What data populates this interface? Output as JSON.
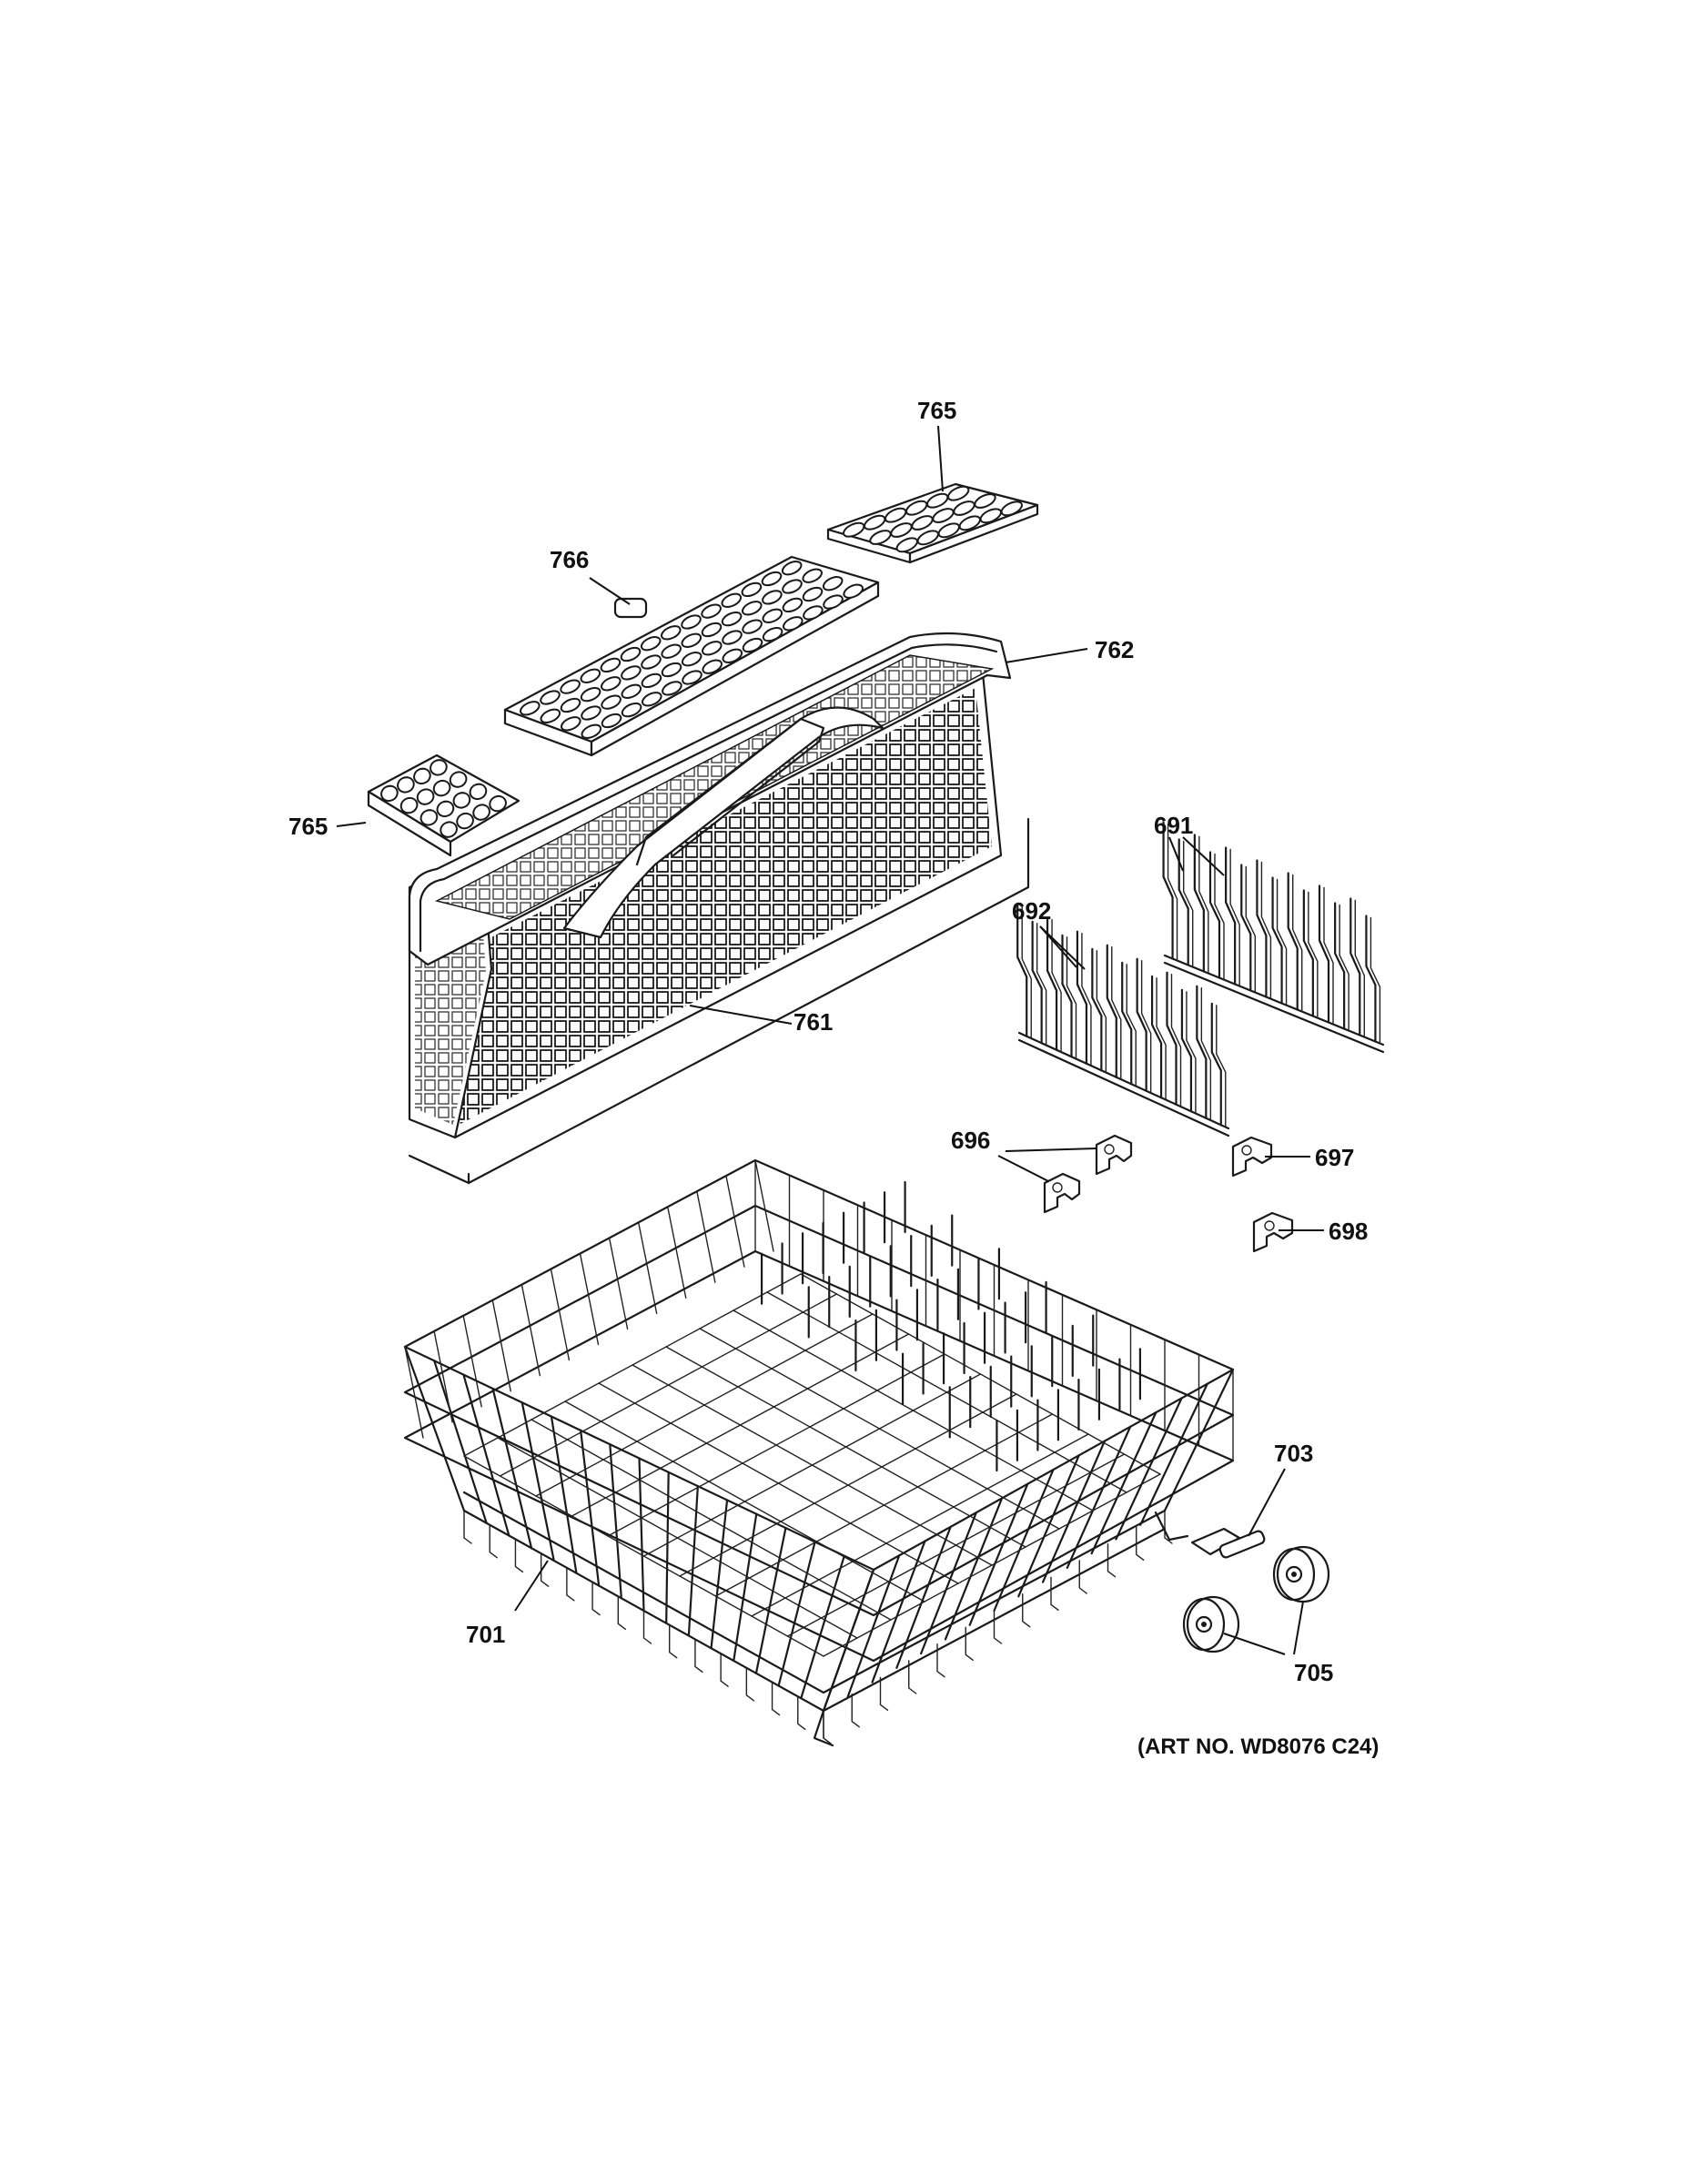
{
  "callouts": {
    "c765a": "765",
    "c766": "766",
    "c762": "762",
    "c765b": "765",
    "c761": "761",
    "c691": "691",
    "c692": "692",
    "c696": "696",
    "c697": "697",
    "c698": "698",
    "c703": "703",
    "c701": "701",
    "c705": "705"
  },
  "art_number": "(ART NO. WD8076 C24)"
}
